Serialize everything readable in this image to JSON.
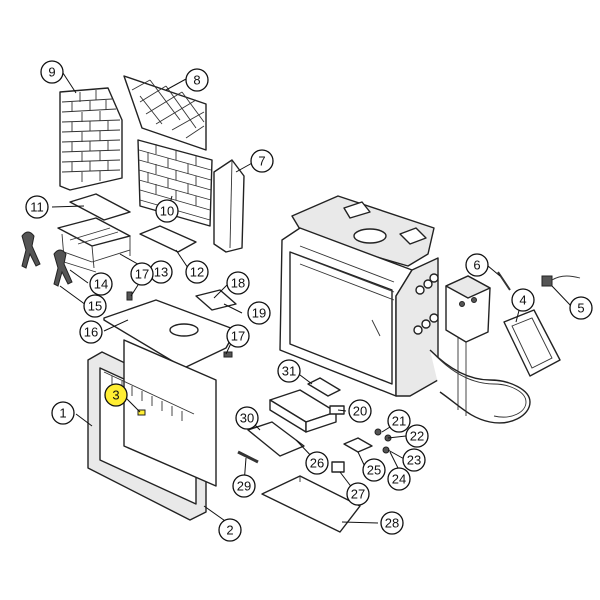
{
  "callouts": [
    {
      "id": "1",
      "label": "1"
    },
    {
      "id": "2",
      "label": "2"
    },
    {
      "id": "3",
      "label": "3",
      "highlight": true
    },
    {
      "id": "4",
      "label": "4"
    },
    {
      "id": "5",
      "label": "5"
    },
    {
      "id": "6",
      "label": "6"
    },
    {
      "id": "7",
      "label": "7"
    },
    {
      "id": "8",
      "label": "8"
    },
    {
      "id": "9",
      "label": "9"
    },
    {
      "id": "10",
      "label": "10"
    },
    {
      "id": "11",
      "label": "11"
    },
    {
      "id": "12",
      "label": "12"
    },
    {
      "id": "13",
      "label": "13"
    },
    {
      "id": "14",
      "label": "14"
    },
    {
      "id": "15",
      "label": "15"
    },
    {
      "id": "16",
      "label": "16"
    },
    {
      "id": "17a",
      "label": "17"
    },
    {
      "id": "17b",
      "label": "17"
    },
    {
      "id": "18",
      "label": "18"
    },
    {
      "id": "19",
      "label": "19"
    },
    {
      "id": "20",
      "label": "20"
    },
    {
      "id": "21",
      "label": "21"
    },
    {
      "id": "22",
      "label": "22"
    },
    {
      "id": "23",
      "label": "23"
    },
    {
      "id": "24",
      "label": "24"
    },
    {
      "id": "25",
      "label": "25"
    },
    {
      "id": "26",
      "label": "26"
    },
    {
      "id": "27",
      "label": "27"
    },
    {
      "id": "28",
      "label": "28"
    },
    {
      "id": "29",
      "label": "29"
    },
    {
      "id": "30",
      "label": "30"
    },
    {
      "id": "31",
      "label": "31"
    }
  ],
  "colors": {
    "highlight": "#ffee33",
    "line": "#222222"
  }
}
